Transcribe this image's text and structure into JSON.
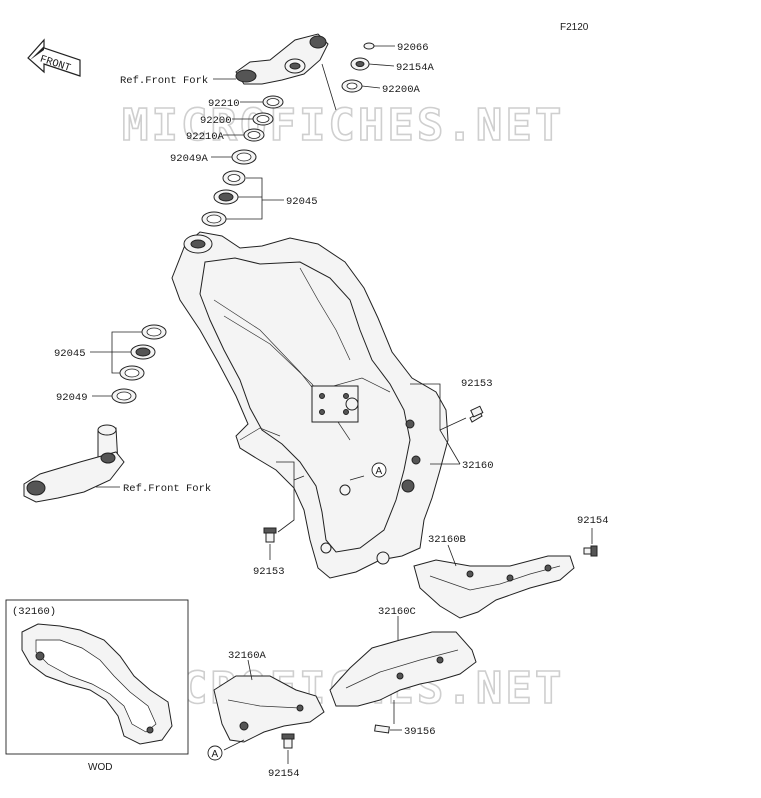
{
  "diagram": {
    "figure_code": "F2120",
    "direction_badge": "FRONT",
    "watermark": "MICROFICHES.NET",
    "inset_title": "(32160)",
    "inset_caption": "WOD",
    "callout_marker": "A",
    "labels": {
      "p92066": "92066",
      "p92154A": "92154A",
      "p92200A": "92200A",
      "ref_front_fork_top": "Ref.Front Fork",
      "p92210": "92210",
      "p92200": "92200",
      "p92210A": "92210A",
      "p92049A": "92049A",
      "p92045_top": "92045",
      "p92045_left": "92045",
      "p92049": "92049",
      "ref_front_fork_bottom": "Ref.Front Fork",
      "p92153_right": "92153",
      "p32160": "32160",
      "p92153_bottom": "92153",
      "p92154_right": "92154",
      "p32160B": "32160B",
      "p32160C": "32160C",
      "p32160A": "32160A",
      "p39156": "39156",
      "p92154_bottom": "92154"
    }
  }
}
